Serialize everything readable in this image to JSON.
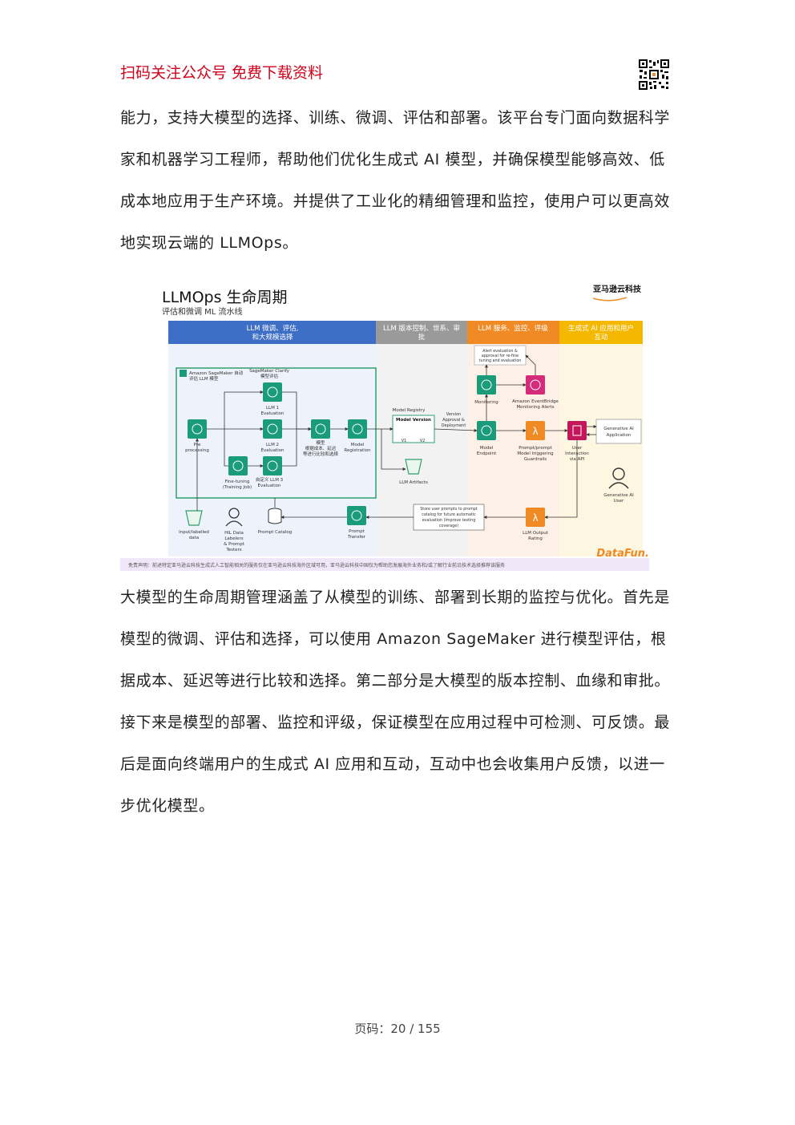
{
  "header": {
    "promo_text": "扫码关注公众号  免费下载资料",
    "qr_icon": "qr-code-icon"
  },
  "paragraph1": {
    "lines": [
      "能力，支持大模型的选择、训练、微调、评估和部署。该平台专门面向数据科学",
      "家和机器学习工程师，帮助他们优化生成式  AI  模型，并确保模型能够高效、低",
      "成本地应用于生产环境。并提供了工业化的精细管理和监控，使用户可以更高效",
      "地实现云端的  LLMOps。"
    ]
  },
  "figure": {
    "title": "LLMOps 生命周期",
    "subtitle": "评估和微调 ML 流水线",
    "brand": "亚马逊云科技",
    "sections": [
      {
        "label": "LLM 微调、评估,\n和大规模选择",
        "color": "#3d6fc6"
      },
      {
        "label": "LLM 版本控制、世系、审\n批",
        "color": "#9a9a9a"
      },
      {
        "label": "LLM 服务、监控、评级",
        "color": "#f08a24"
      },
      {
        "label": "生成式 AI 应用和用户\n互动",
        "color": "#f5b800"
      }
    ],
    "nodes": {
      "sagemaker": "Amazon SageMaker 自动\n评估 LLM 模型",
      "clarify": "SageMaker Clarify\n模型评估",
      "preprocessing": "Pre\nprocessing",
      "llm1": "LLM 1\nEvaluation",
      "llm2": "LLM 2\nEvaluation",
      "llm3": "自定义 LLM 3\nEvaluation",
      "finetuning": "Fine-tuning\n(Training Job)",
      "select": "模型\n根据成本、延迟\n等进行比较和选择",
      "model_reg": "Model\nRegistration",
      "registry": "Model Registry",
      "model_version": "Model Version",
      "v1": "V1",
      "v2": "V2",
      "approval": "Version\nApproval &\nDeployment",
      "artifacts": "LLM Artifacts",
      "alert": "Alert evaluation &\napproval for re-fine\ntuning and evaluation",
      "monitoring": "Monitoring",
      "eventbridge": "Amazon EventBridge\nMonitoring Alerts",
      "endpoint": "Model\nEndpoint",
      "guardrails": "Prompt/prompt\nModel triggering\nGuardrails",
      "user_interaction": "User\nInteraction\nvia API",
      "genai_app": "Generative AI\nApplication",
      "genai_user": "Generative AI\nUser",
      "input_data": "Input/labelled\ndata",
      "hil": "HIL Data\nLabelers\n& Prompt\nTesters",
      "prompt_catalog": "Prompt Catalog",
      "prompt_transfer": "Prompt\nTransfer",
      "store_prompts": "Store user prompts to prompt\ncatalog for future automatic\nevaluation (Improve testing\ncoverage)",
      "output_rating": "LLM Output\nRating"
    },
    "footer_watermark": "DataFun.",
    "disclaimer": "免责声明：前述特定亚马逊云科技生成式人工智能相关的服务仅在亚马逊云科技海外区域可用，亚马逊云科技中国仅为帮助您发展海外业务和/或了解行业前沿技术选择推荐该服务"
  },
  "paragraph2": {
    "lines": [
      "大模型的生命周期管理涵盖了从模型的训练、部署到长期的监控与优化。首先是",
      "模型的微调、评估和选择，可以使用  Amazon SageMaker  进行模型评估，根",
      "据成本、延迟等进行比较和选择。第二部分是大模型的版本控制、血缘和审批。",
      "接下来是模型的部署、监控和评级，保证模型在应用过程中可检测、可反馈。最",
      "后是面向终端用户的生成式  AI  应用和互动，互动中也会收集用户反馈，以进一",
      "步优化模型。"
    ]
  },
  "footer": {
    "page_label": "页码：20 / 155"
  }
}
